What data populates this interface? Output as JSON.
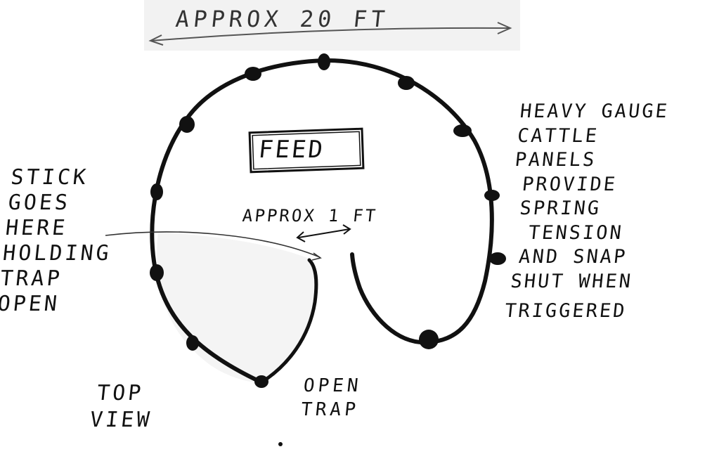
{
  "labels": {
    "width": "APPROX 20 FT",
    "feed": "FEED",
    "gap": "APPROX 1 FT",
    "stick": [
      "STICK",
      "GOES",
      "HERE",
      "HOLDING",
      "TRAP",
      "OPEN"
    ],
    "panels": [
      "HEAVY GAUGE",
      "CATTLE",
      "PANELS",
      "PROVIDE",
      "SPRING",
      "TENSION",
      "AND SNAP",
      "SHUT WHEN",
      "TRIGGERED"
    ],
    "view": [
      "TOP",
      "VIEW"
    ],
    "open": [
      "OPEN",
      "TRAP"
    ]
  },
  "colors": {
    "ink": "#111111",
    "strip": "#f2f2f2",
    "shade": "#f4f4f4"
  }
}
